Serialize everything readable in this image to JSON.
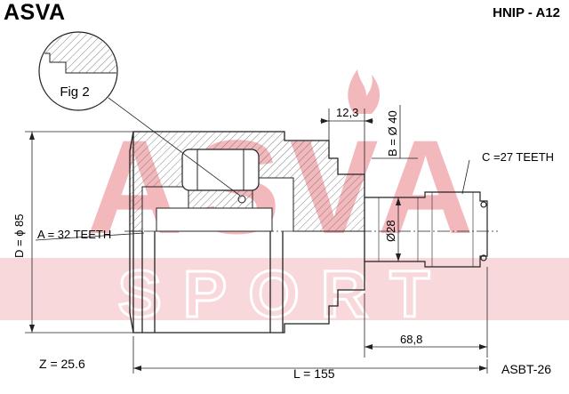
{
  "header": {
    "brand": "ASVA",
    "part_number": "HNIP - A12"
  },
  "watermark": {
    "top_text": "ASVA",
    "bottom_text": "SPORT",
    "color": "#f2b8bc"
  },
  "detail": {
    "label": "Fig 2"
  },
  "dimensions": {
    "shaft_diameter": "B = Ø 40",
    "shaft_length": "12,3",
    "outer_diameter": "D = ɸ 85",
    "inner_teeth": "A = 32 TEETH",
    "stub_teeth": "C =27 TEETH",
    "stub_diameter": "Ø28",
    "stub_length": "68,8",
    "total_length": "L = 155"
  },
  "footer": {
    "z_value": "Z = 25.6",
    "code": "ASBT-26"
  },
  "colors": {
    "line": "#222222",
    "hatch": "#555555"
  }
}
